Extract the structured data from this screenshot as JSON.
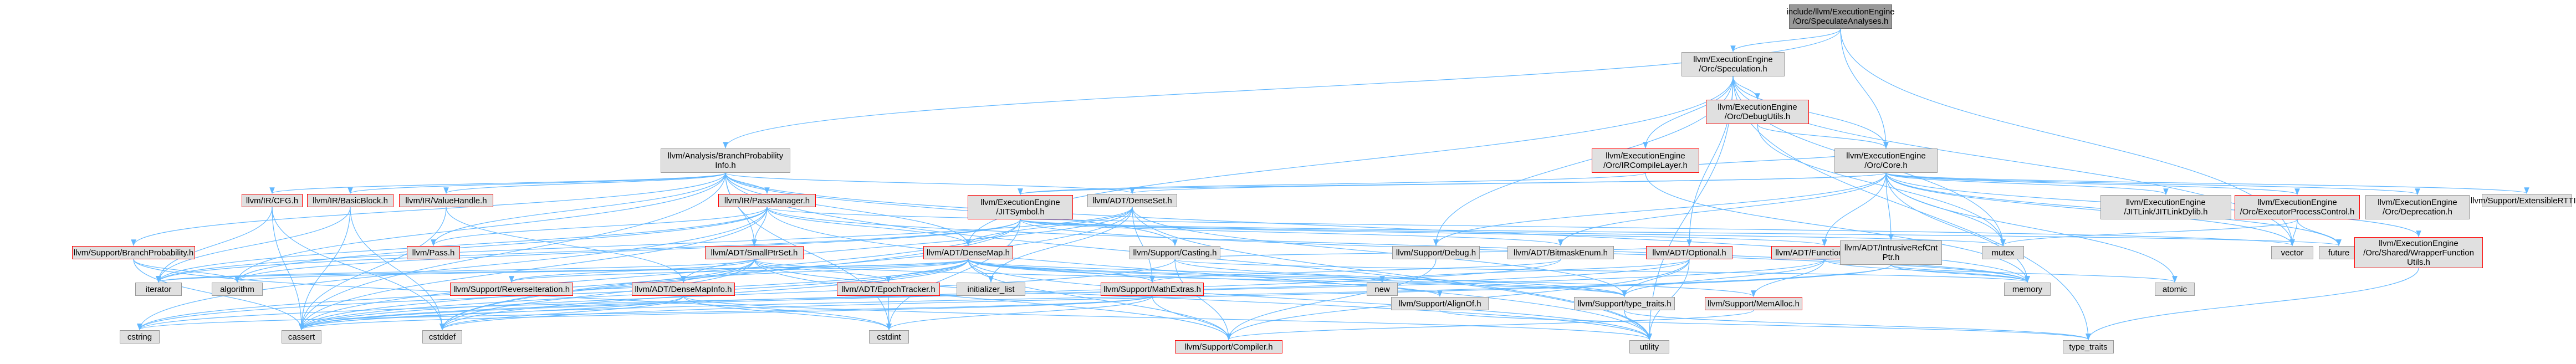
{
  "diagram": {
    "type": "include-dependency-graph",
    "colors": {
      "edge": "#63b8ff",
      "node_fill": "#e0e0e0",
      "node_border": "#999999",
      "incomplete_border": "#ff0000",
      "root_fill": "#999999"
    },
    "nodes": [
      {
        "id": "root",
        "label": "include/llvm/ExecutionEngine\n/Orc/SpeculateAnalyses.h"
      },
      {
        "id": "speculation",
        "label": "llvm/ExecutionEngine\n/Orc/Speculation.h"
      },
      {
        "id": "bpi",
        "label": "llvm/Analysis/BranchProbability\nInfo.h"
      },
      {
        "id": "irlayer",
        "label": "llvm/ExecutionEngine\n/Orc/IRCompileLayer.h"
      },
      {
        "id": "debugutils",
        "label": "llvm/ExecutionEngine\n/Orc/DebugUtils.h"
      },
      {
        "id": "core",
        "label": "llvm/ExecutionEngine\n/Orc/Core.h"
      },
      {
        "id": "cfg",
        "label": "llvm/IR/CFG.h"
      },
      {
        "id": "basicblock",
        "label": "llvm/IR/BasicBlock.h"
      },
      {
        "id": "valuehandle",
        "label": "llvm/IR/ValueHandle.h"
      },
      {
        "id": "passmanager",
        "label": "llvm/IR/PassManager.h"
      },
      {
        "id": "jitsymbol",
        "label": "llvm/ExecutionEngine\n/JITSymbol.h"
      },
      {
        "id": "denseset",
        "label": "llvm/ADT/DenseSet.h"
      },
      {
        "id": "jitlinkdylib",
        "label": "llvm/ExecutionEngine\n/JITLink/JITLinkDylib.h"
      },
      {
        "id": "epc",
        "label": "llvm/ExecutionEngine\n/Orc/ExecutorProcessControl.h"
      },
      {
        "id": "deprecation",
        "label": "llvm/ExecutionEngine\n/Orc/Deprecation.h"
      },
      {
        "id": "extensiblertti",
        "label": "llvm/Support/ExtensibleRTTI.h"
      },
      {
        "id": "branchprob",
        "label": "llvm/Support/BranchProbability.h"
      },
      {
        "id": "pass",
        "label": "llvm/Pass.h"
      },
      {
        "id": "smallptrset",
        "label": "llvm/ADT/SmallPtrSet.h"
      },
      {
        "id": "densemap",
        "label": "llvm/ADT/DenseMap.h"
      },
      {
        "id": "casting",
        "label": "llvm/Support/Casting.h"
      },
      {
        "id": "debug",
        "label": "llvm/Support/Debug.h"
      },
      {
        "id": "bitmaskenum",
        "label": "llvm/ADT/BitmaskEnum.h"
      },
      {
        "id": "optional",
        "label": "llvm/ADT/Optional.h"
      },
      {
        "id": "functionextras",
        "label": "llvm/ADT/FunctionExtras.h"
      },
      {
        "id": "intrusiverefcnt",
        "label": "llvm/ADT/IntrusiveRefCnt\nPtr.h"
      },
      {
        "id": "mutex",
        "label": "mutex"
      },
      {
        "id": "vector",
        "label": "vector"
      },
      {
        "id": "future",
        "label": "future"
      },
      {
        "id": "swfutils",
        "label": "llvm/ExecutionEngine\n/Orc/Shared/WrapperFunction\nUtils.h"
      },
      {
        "id": "algorithm",
        "label": "algorithm"
      },
      {
        "id": "iterator",
        "label": "iterator"
      },
      {
        "id": "revit",
        "label": "llvm/Support/ReverseIteration.h"
      },
      {
        "id": "densemapinfo",
        "label": "llvm/ADT/DenseMapInfo.h"
      },
      {
        "id": "epochtracker",
        "label": "llvm/ADT/EpochTracker.h"
      },
      {
        "id": "initlist",
        "label": "initializer_list"
      },
      {
        "id": "new",
        "label": "new"
      },
      {
        "id": "mathextras",
        "label": "llvm/Support/MathExtras.h"
      },
      {
        "id": "alignof",
        "label": "llvm/Support/AlignOf.h"
      },
      {
        "id": "typetraits_llvm",
        "label": "llvm/Support/type_traits.h"
      },
      {
        "id": "memalloc",
        "label": "llvm/Support/MemAlloc.h"
      },
      {
        "id": "memory",
        "label": "memory"
      },
      {
        "id": "atomic",
        "label": "atomic"
      },
      {
        "id": "cstring",
        "label": "cstring"
      },
      {
        "id": "cassert",
        "label": "cassert"
      },
      {
        "id": "cstddef",
        "label": "cstddef"
      },
      {
        "id": "cstdint",
        "label": "cstdint"
      },
      {
        "id": "compiler",
        "label": "llvm/Support/Compiler.h"
      },
      {
        "id": "utility",
        "label": "utility"
      },
      {
        "id": "typetraits",
        "label": "type_traits"
      }
    ],
    "edges": [
      [
        "root",
        "speculation"
      ],
      [
        "root",
        "bpi"
      ],
      [
        "root",
        "core"
      ],
      [
        "root",
        "vector"
      ],
      [
        "speculation",
        "irlayer"
      ],
      [
        "speculation",
        "debugutils"
      ],
      [
        "speculation",
        "core"
      ],
      [
        "speculation",
        "densemap"
      ],
      [
        "speculation",
        "optional"
      ],
      [
        "speculation",
        "debug"
      ],
      [
        "speculation",
        "mutex"
      ],
      [
        "speculation",
        "typetraits"
      ],
      [
        "speculation",
        "vector"
      ],
      [
        "speculation",
        "utility"
      ],
      [
        "bpi",
        "cfg"
      ],
      [
        "bpi",
        "basicblock"
      ],
      [
        "bpi",
        "valuehandle"
      ],
      [
        "bpi",
        "passmanager"
      ],
      [
        "bpi",
        "branchprob"
      ],
      [
        "bpi",
        "pass"
      ],
      [
        "bpi",
        "smallptrset"
      ],
      [
        "bpi",
        "densemap"
      ],
      [
        "bpi",
        "denseset"
      ],
      [
        "bpi",
        "casting"
      ],
      [
        "bpi",
        "algorithm"
      ],
      [
        "bpi",
        "cassert"
      ],
      [
        "bpi",
        "cstdint"
      ],
      [
        "bpi",
        "memory"
      ],
      [
        "bpi",
        "utility"
      ],
      [
        "irlayer",
        "jitsymbol"
      ],
      [
        "irlayer",
        "core"
      ],
      [
        "irlayer",
        "memory"
      ],
      [
        "debugutils",
        "core"
      ],
      [
        "debugutils",
        "mutex"
      ],
      [
        "core",
        "jitsymbol"
      ],
      [
        "core",
        "denseset"
      ],
      [
        "core",
        "bitmaskenum"
      ],
      [
        "core",
        "functionextras"
      ],
      [
        "core",
        "intrusiverefcnt"
      ],
      [
        "core",
        "jitlinkdylib"
      ],
      [
        "core",
        "epc"
      ],
      [
        "core",
        "deprecation"
      ],
      [
        "core",
        "extensiblertti"
      ],
      [
        "core",
        "debug"
      ],
      [
        "core",
        "mutex"
      ],
      [
        "core",
        "vector"
      ],
      [
        "core",
        "future"
      ],
      [
        "core",
        "swfutils"
      ],
      [
        "core",
        "atomic"
      ],
      [
        "core",
        "memory"
      ],
      [
        "cfg",
        "iterator"
      ],
      [
        "cfg",
        "cassert"
      ],
      [
        "cfg",
        "cstddef"
      ],
      [
        "basicblock",
        "iterator"
      ],
      [
        "basicblock",
        "cstddef"
      ],
      [
        "basicblock",
        "cassert"
      ],
      [
        "valuehandle",
        "densemapinfo"
      ],
      [
        "valuehandle",
        "cassert"
      ],
      [
        "passmanager",
        "densemap"
      ],
      [
        "passmanager",
        "smallptrset"
      ],
      [
        "passmanager",
        "pass"
      ],
      [
        "passmanager",
        "algorithm"
      ],
      [
        "passmanager",
        "cassert"
      ],
      [
        "passmanager",
        "cstring"
      ],
      [
        "passmanager",
        "iterator"
      ],
      [
        "passmanager",
        "memory"
      ],
      [
        "passmanager",
        "utility"
      ],
      [
        "passmanager",
        "vector"
      ],
      [
        "jitsymbol",
        "functionextras"
      ],
      [
        "jitsymbol",
        "bitmaskenum"
      ],
      [
        "jitsymbol",
        "algorithm"
      ],
      [
        "jitsymbol",
        "cassert"
      ],
      [
        "jitsymbol",
        "cstddef"
      ],
      [
        "jitsymbol",
        "cstdint"
      ],
      [
        "jitsymbol",
        "future"
      ],
      [
        "jitsymbol",
        "iterator"
      ],
      [
        "jitsymbol",
        "mutex"
      ],
      [
        "jitsymbol",
        "memory"
      ],
      [
        "denseset",
        "densemap"
      ],
      [
        "denseset",
        "densemapinfo"
      ],
      [
        "denseset",
        "mathextras"
      ],
      [
        "denseset",
        "typetraits_llvm"
      ],
      [
        "denseset",
        "initlist"
      ],
      [
        "denseset",
        "cstddef"
      ],
      [
        "denseset",
        "iterator"
      ],
      [
        "denseset",
        "utility"
      ],
      [
        "epc",
        "mutex"
      ],
      [
        "epc",
        "future"
      ],
      [
        "epc",
        "vector"
      ],
      [
        "swfutils",
        "typetraits"
      ],
      [
        "branchprob",
        "algorithm"
      ],
      [
        "branchprob",
        "cassert"
      ],
      [
        "branchprob",
        "cstdint"
      ],
      [
        "smallptrset",
        "epochtracker"
      ],
      [
        "smallptrset",
        "revit"
      ],
      [
        "smallptrset",
        "typetraits_llvm"
      ],
      [
        "smallptrset",
        "compiler"
      ],
      [
        "smallptrset",
        "cassert"
      ],
      [
        "smallptrset",
        "cstddef"
      ],
      [
        "smallptrset",
        "cstring"
      ],
      [
        "smallptrset",
        "iterator"
      ],
      [
        "smallptrset",
        "utility"
      ],
      [
        "densemap",
        "densemapinfo"
      ],
      [
        "densemap",
        "epochtracker"
      ],
      [
        "densemap",
        "alignof"
      ],
      [
        "densemap",
        "mathextras"
      ],
      [
        "densemap",
        "memalloc"
      ],
      [
        "densemap",
        "revit"
      ],
      [
        "densemap",
        "typetraits_llvm"
      ],
      [
        "densemap",
        "compiler"
      ],
      [
        "densemap",
        "algorithm"
      ],
      [
        "densemap",
        "cassert"
      ],
      [
        "densemap",
        "cstddef"
      ],
      [
        "densemap",
        "cstring"
      ],
      [
        "densemap",
        "initlist"
      ],
      [
        "densemap",
        "iterator"
      ],
      [
        "densemap",
        "new"
      ],
      [
        "densemap",
        "type_traits"
      ],
      [
        "densemap",
        "utility"
      ],
      [
        "casting",
        "typetraits_llvm"
      ],
      [
        "casting",
        "compiler"
      ],
      [
        "casting",
        "cassert"
      ],
      [
        "casting",
        "memory"
      ],
      [
        "casting",
        "optional"
      ],
      [
        "debug",
        "compiler"
      ],
      [
        "bitmaskenum",
        "mathextras"
      ],
      [
        "bitmaskenum",
        "cassert"
      ],
      [
        "optional",
        "typetraits_llvm"
      ],
      [
        "optional",
        "compiler"
      ],
      [
        "optional",
        "cassert"
      ],
      [
        "optional",
        "new"
      ],
      [
        "optional",
        "utility"
      ],
      [
        "functionextras",
        "memalloc"
      ],
      [
        "functionextras",
        "typetraits_llvm"
      ],
      [
        "functionextras",
        "cstring"
      ],
      [
        "functionextras",
        "memory"
      ],
      [
        "functionextras",
        "type_traits"
      ],
      [
        "intrusiverefcnt",
        "atomic"
      ],
      [
        "intrusiverefcnt",
        "cassert"
      ],
      [
        "intrusiverefcnt",
        "cstddef"
      ],
      [
        "intrusiverefcnt",
        "memory"
      ],
      [
        "revit",
        "densemapinfo"
      ],
      [
        "densemapinfo",
        "cassert"
      ],
      [
        "densemapinfo",
        "cstddef"
      ],
      [
        "densemapinfo",
        "cstdint"
      ],
      [
        "densemapinfo",
        "utility"
      ],
      [
        "epochtracker",
        "cstdint"
      ],
      [
        "mathextras",
        "compiler"
      ],
      [
        "mathextras",
        "cstdint"
      ],
      [
        "mathextras",
        "cassert"
      ],
      [
        "mathextras",
        "cstring"
      ],
      [
        "mathextras",
        "type_traits"
      ],
      [
        "alignof",
        "typetraits"
      ],
      [
        "typetraits_llvm",
        "typetraits"
      ],
      [
        "typetraits_llvm",
        "utility"
      ],
      [
        "memalloc",
        "compiler"
      ],
      [
        "memalloc",
        "cstdlib"
      ]
    ]
  }
}
